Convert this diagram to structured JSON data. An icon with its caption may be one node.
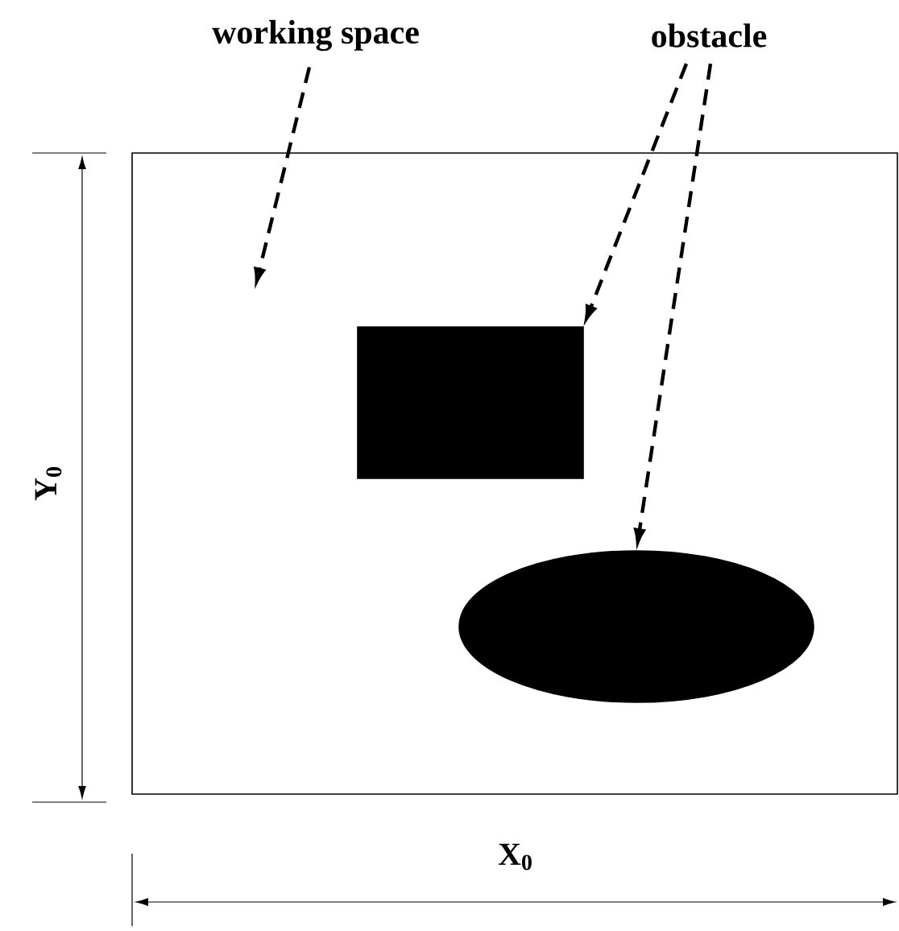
{
  "diagram": {
    "nodes": [
      {
        "text": [
          "working space"
        ]
      },
      {
        "text": [
          "obstacle"
        ]
      },
      {
        "text": [],
        "shape": "box"
      },
      {
        "text": [],
        "shape": "box",
        "in": 2
      },
      {
        "text": [],
        "shape": "ellipse",
        "in": 2
      }
    ],
    "edges": [
      {
        "from": 0,
        "to": null,
        "arrow": "to",
        "style": "dashed"
      },
      {
        "from": 1,
        "to": 3,
        "arrow": "to",
        "style": "dashed"
      },
      {
        "from": 1,
        "to": 4,
        "arrow": "to",
        "style": "dashed"
      }
    ],
    "labels": [
      "Y$_{0}$",
      "X$_{0}$"
    ]
  }
}
